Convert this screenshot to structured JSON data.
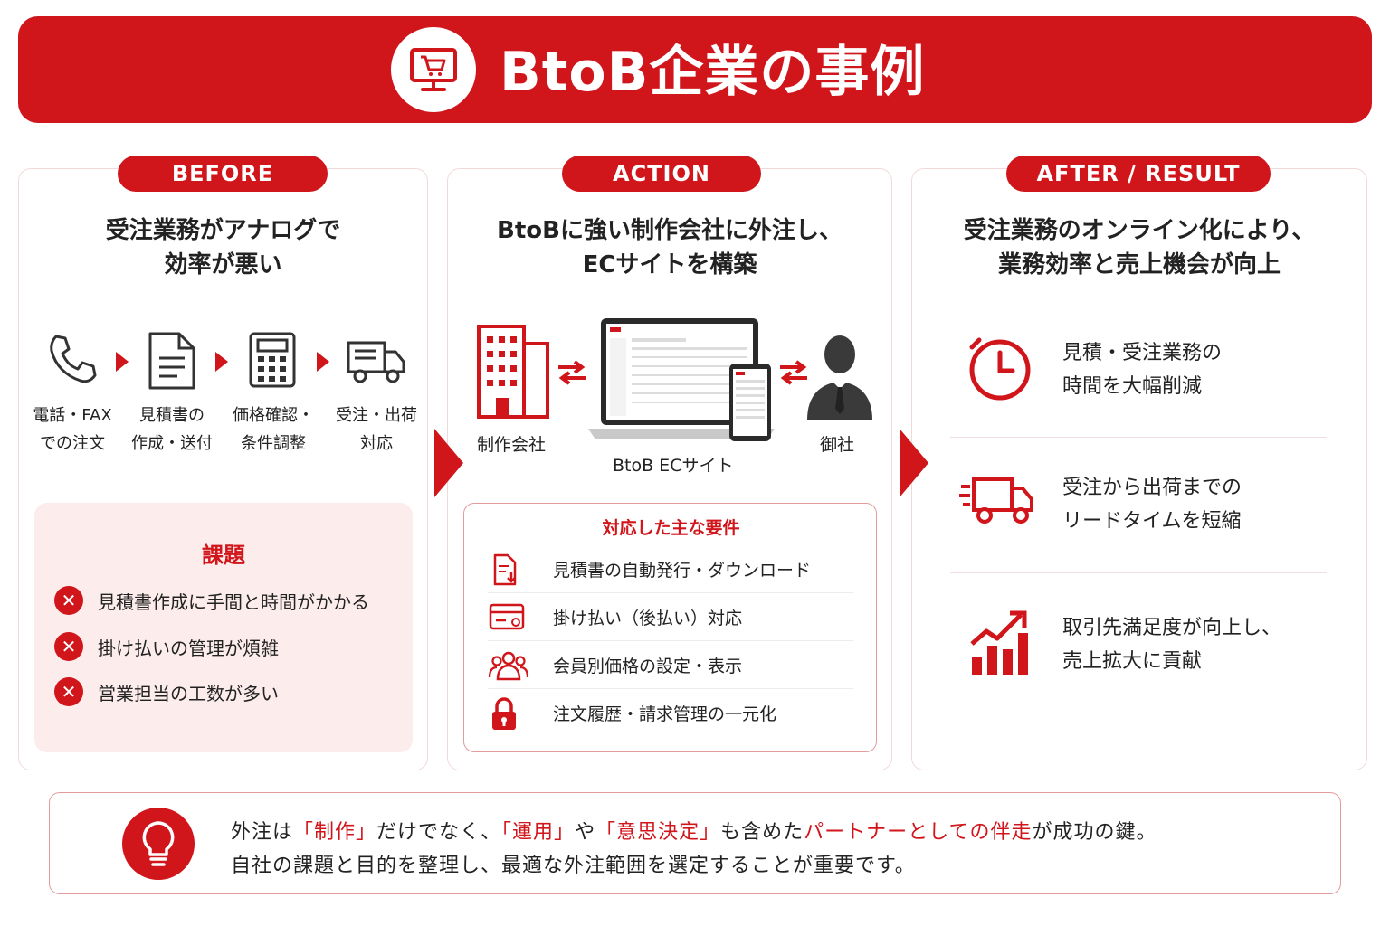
{
  "header": {
    "title": "BtoB企業の事例"
  },
  "before": {
    "tag": "BEFORE",
    "heading": [
      "受注業務がアナログで",
      "効率が悪い"
    ],
    "steps": [
      {
        "icon": "phone-icon",
        "label": [
          "電話・FAX",
          "での注文"
        ]
      },
      {
        "icon": "document-icon",
        "label": [
          "見積書の",
          "作成・送付"
        ]
      },
      {
        "icon": "calculator-icon",
        "label": [
          "価格確認・",
          "条件調整"
        ]
      },
      {
        "icon": "truck-icon",
        "label": [
          "受注・出荷",
          "対応"
        ]
      }
    ],
    "issues_title": "課題",
    "issues": [
      "見積書作成に手間と時間がかかる",
      "掛け払いの管理が煩雑",
      "営業担当の工数が多い"
    ]
  },
  "action": {
    "tag": "ACTION",
    "heading": [
      "BtoBに強い制作会社に外注し、",
      "ECサイトを構築"
    ],
    "labels": {
      "agency": "制作会社",
      "site": "BtoB ECサイト",
      "client": "御社"
    },
    "requirements_title": "対応した主な要件",
    "requirements": [
      {
        "icon": "document-download-icon",
        "label": "見積書の自動発行・ダウンロード"
      },
      {
        "icon": "invoice-card-icon",
        "label": "掛け払い（後払い）対応"
      },
      {
        "icon": "members-icon",
        "label": "会員別価格の設定・表示"
      },
      {
        "icon": "lock-icon",
        "label": "注文履歴・請求管理の一元化"
      }
    ]
  },
  "after": {
    "tag": "AFTER / RESULT",
    "heading": [
      "受注業務のオンライン化により、",
      "業務効率と売上機会が向上"
    ],
    "results": [
      {
        "icon": "clock-icon",
        "label": [
          "見積・受注業務の",
          "時間を大幅削減"
        ]
      },
      {
        "icon": "fast-truck-icon",
        "label": [
          "受注から出荷までの",
          "リードタイムを短縮"
        ]
      },
      {
        "icon": "growth-chart-icon",
        "label": [
          "取引先満足度が向上し、",
          "売上拡大に貢献"
        ]
      }
    ]
  },
  "footer": {
    "line1": {
      "a": "外注は",
      "b": "「制作」",
      "c": "だけでなく、",
      "d": "「運用」",
      "e": "や",
      "f": "「意思決定」",
      "g": "も含めた",
      "h": "パートナーとしての伴走",
      "i": "が成功の鍵。"
    },
    "line2": "自社の課題と目的を整理し、最適な外注範囲を選定することが重要です。"
  },
  "colors": {
    "accent": "#d0151b",
    "issue_bg": "#fcecec"
  }
}
